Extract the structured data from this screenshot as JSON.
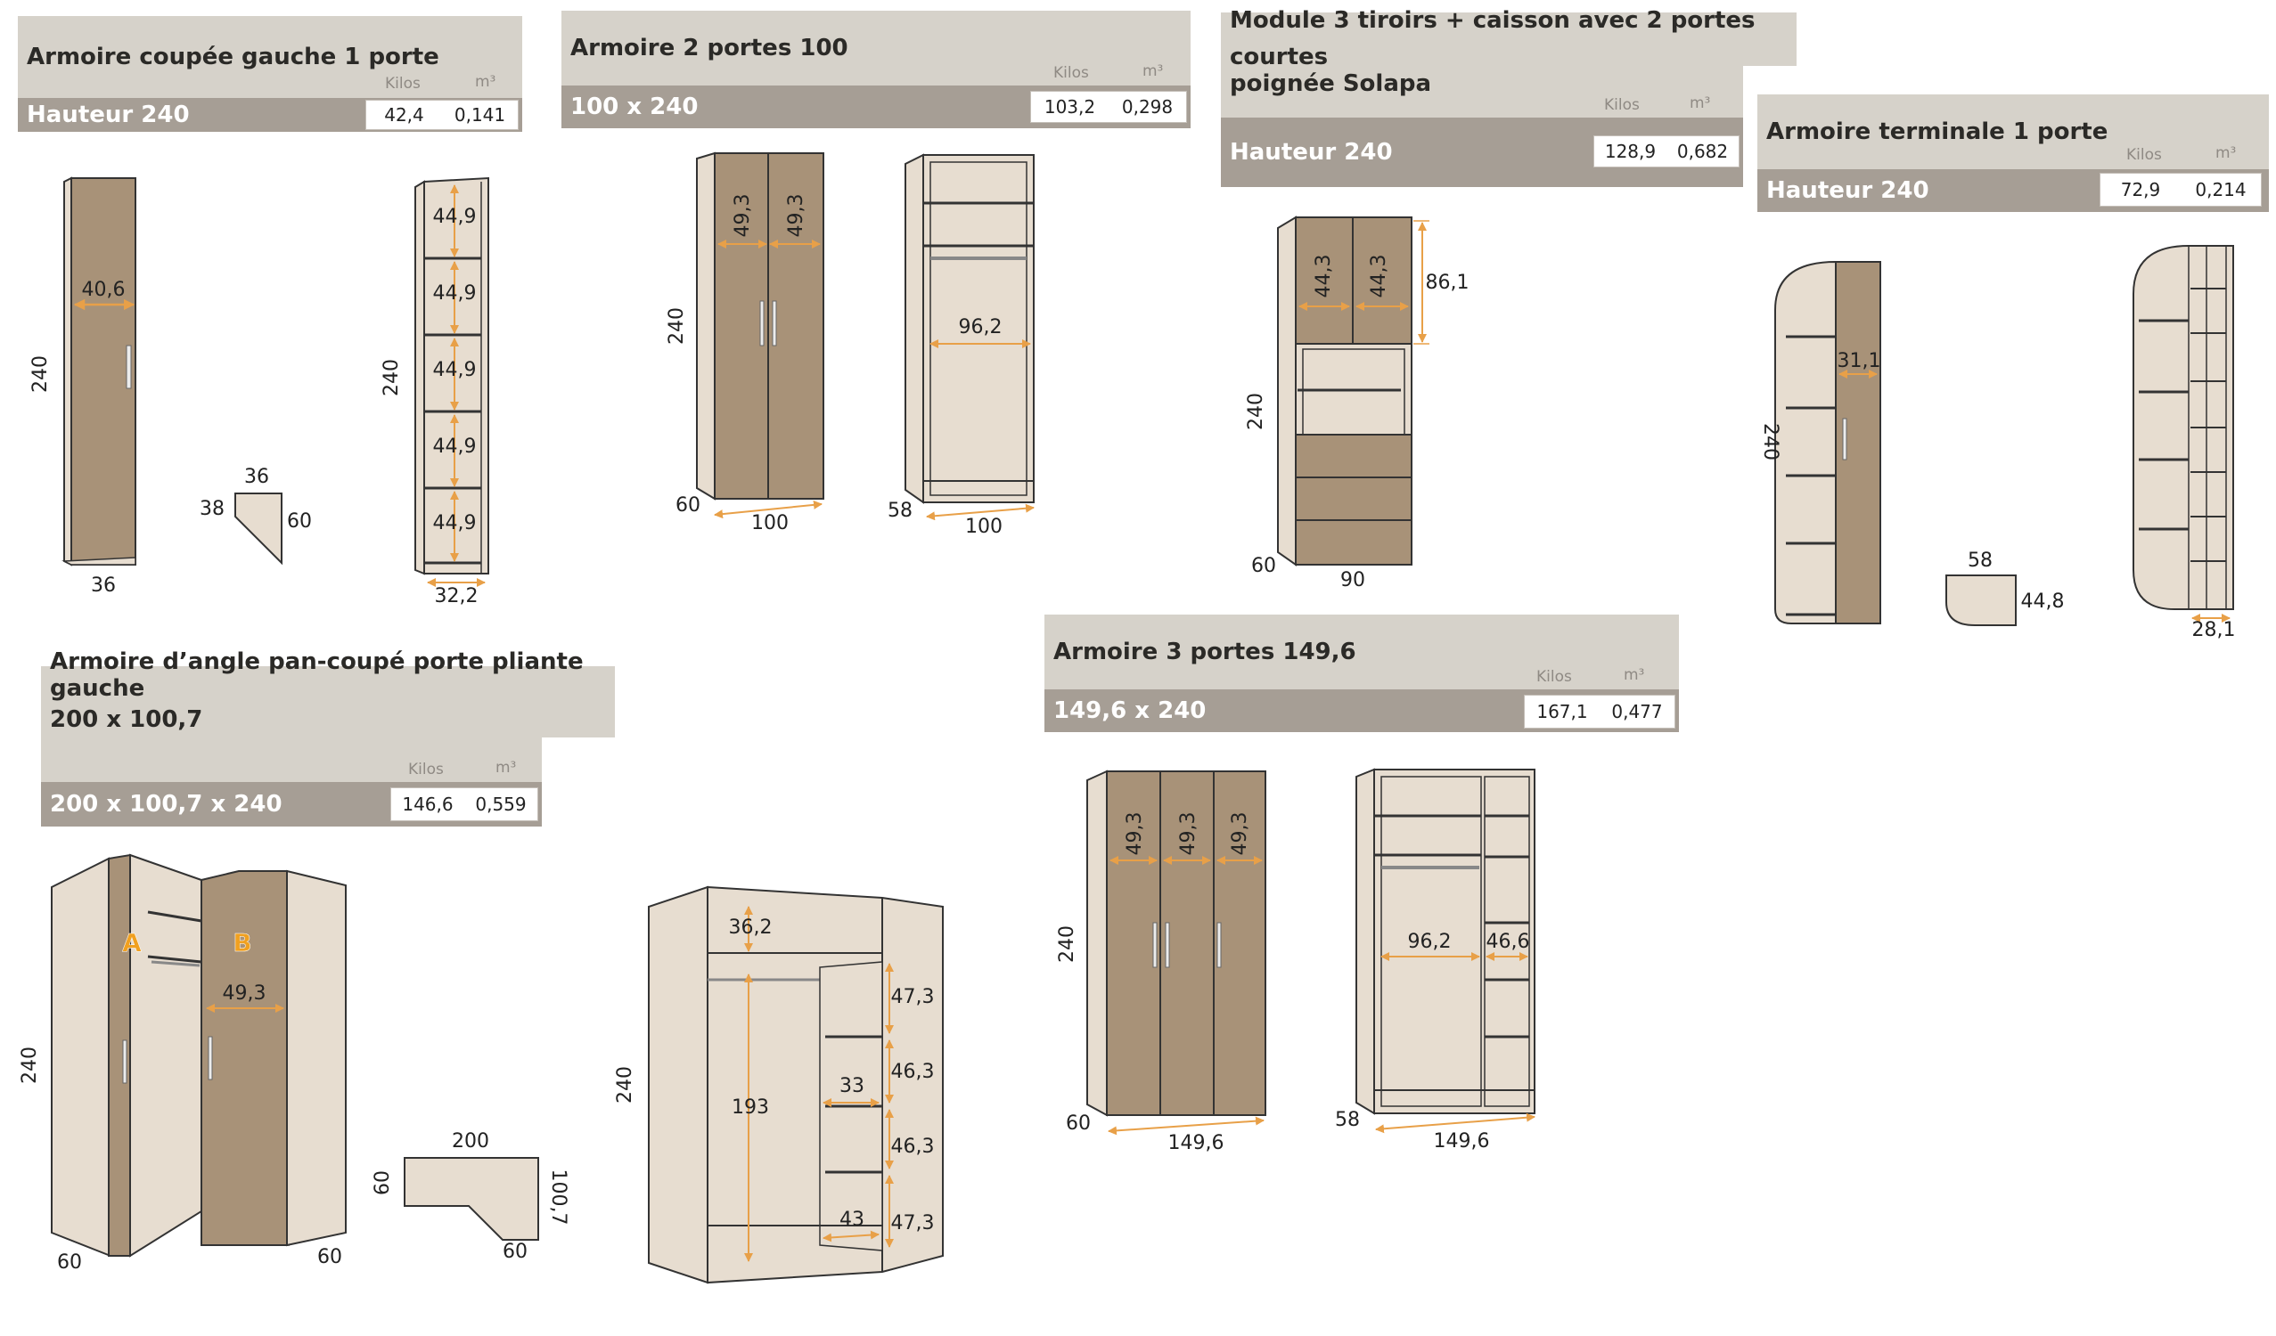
{
  "headers": {
    "kilos_label": "Kilos",
    "m3_label": "m³"
  },
  "cards": [
    {
      "title": "Armoire coupée gauche 1 porte",
      "bar": "Hauteur 240",
      "kilos": "42,4",
      "m3": "0,141"
    },
    {
      "title": "Armoire 2 portes 100",
      "bar": "100 x 240",
      "kilos": "103,2",
      "m3": "0,298"
    },
    {
      "title_line1": "Module 3 tiroirs + caisson avec 2 portes courtes",
      "title_line2": "poignée Solapa",
      "bar": "Hauteur 240",
      "kilos": "128,9",
      "m3": "0,682"
    },
    {
      "title": "Armoire terminale 1 porte",
      "bar": "Hauteur 240",
      "kilos": "72,9",
      "m3": "0,214"
    },
    {
      "title_line1": "Armoire d’angle pan-coupé porte pliante gauche",
      "title_line2": "200 x 100,7",
      "bar": "200 x 100,7 x 240",
      "kilos": "146,6",
      "m3": "0,559"
    },
    {
      "title": "Armoire 3 portes 149,6",
      "bar": "149,6 x 240",
      "kilos": "167,1",
      "m3": "0,477"
    }
  ],
  "dimensions": {
    "d240": "240",
    "d36": "36",
    "d38": "38",
    "d60": "60",
    "d40_6": "40,6",
    "d44_9": "44,9",
    "d32_2": "32,2",
    "d49_3": "49,3",
    "d100": "100",
    "d58": "58",
    "d96_2": "96,2",
    "d44_3": "44,3",
    "d86_1": "86,1",
    "d90": "90",
    "d31_1": "31,1",
    "d44_8": "44,8",
    "d28_1": "28,1",
    "dA": "A",
    "dB": "B",
    "d200": "200",
    "d100_7": "100,7",
    "d36_2": "36,2",
    "d193": "193",
    "d33": "33",
    "d43": "43",
    "d47_3": "47,3",
    "d46_3": "46,3",
    "d149_6": "149,6",
    "d46_6": "46,6"
  },
  "colors": {
    "door": "#a89278",
    "carcass": "#e7ddd0",
    "dim_arrow": "#e8a048",
    "outline": "#333333",
    "title_bg": "#d6d2ca",
    "bar_bg": "#a69e95"
  }
}
